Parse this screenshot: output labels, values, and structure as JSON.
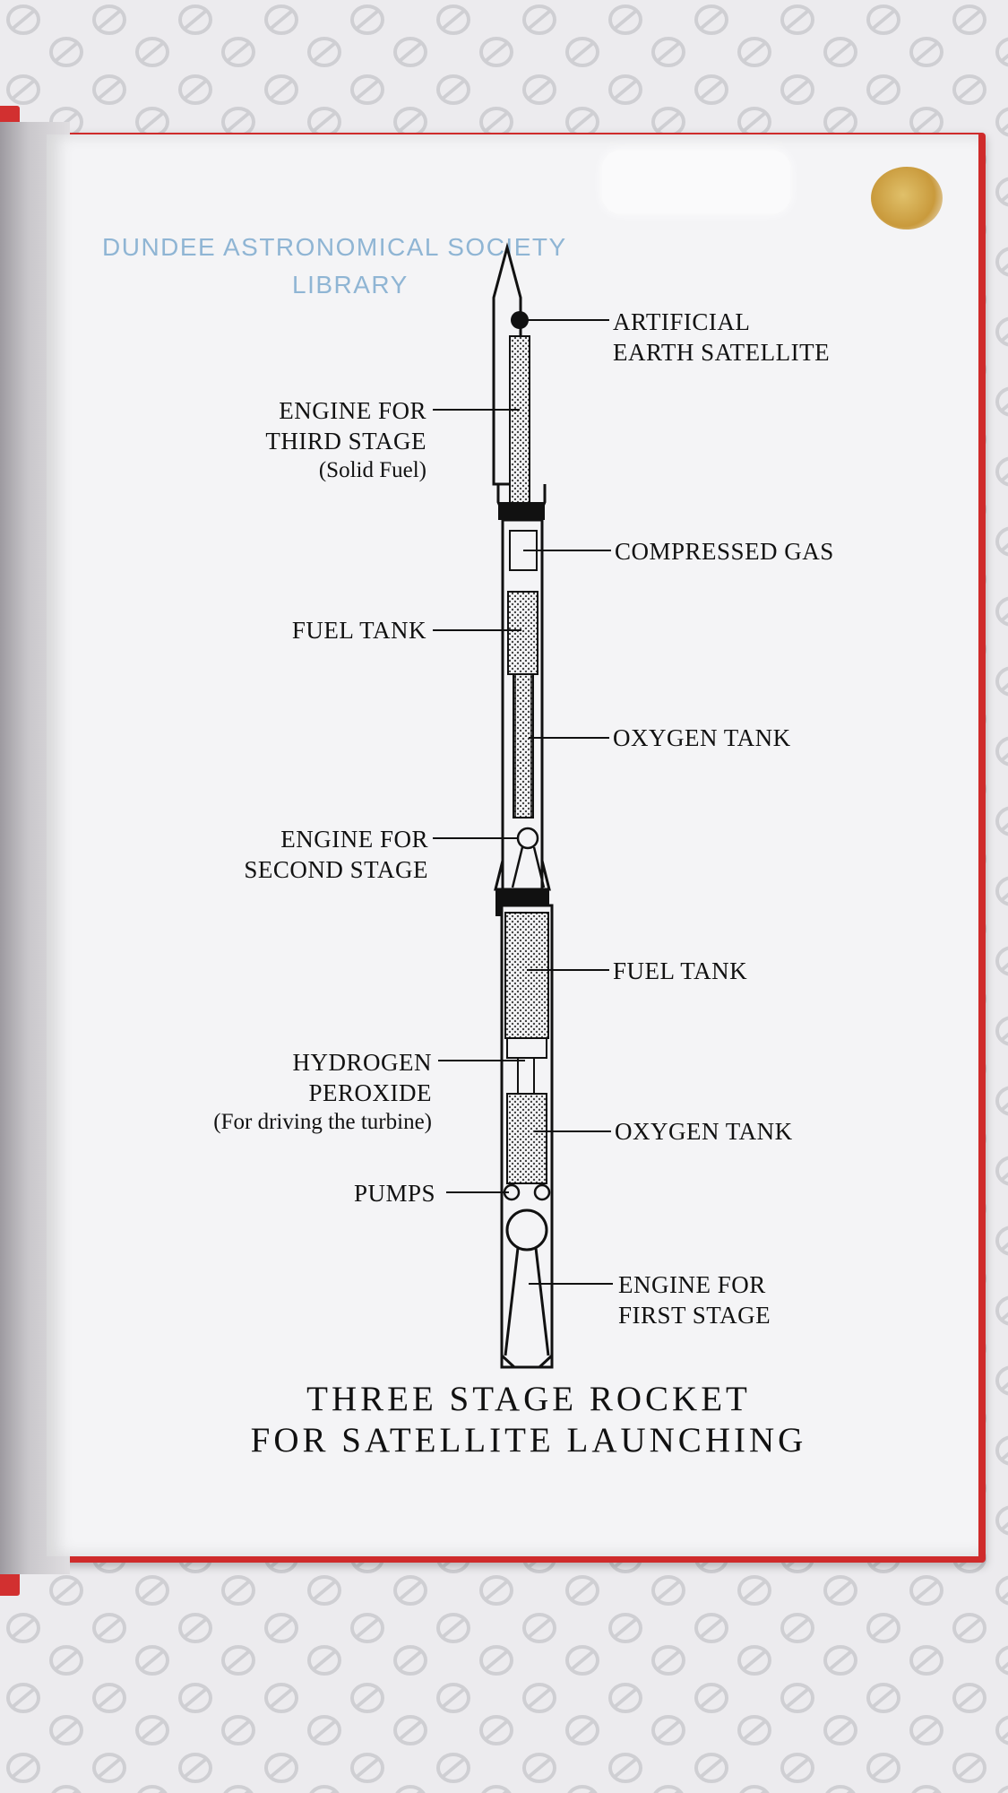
{
  "stamp": {
    "line1": "DUNDEE ASTRONOMICAL SOCIETY",
    "line2": "LIBRARY"
  },
  "labels": {
    "satellite_1": "ARTIFICIAL",
    "satellite_2": "EARTH SATELLITE",
    "third_engine_1": "ENGINE FOR",
    "third_engine_2": "THIRD STAGE",
    "third_engine_3": "(Solid Fuel)",
    "compressed_gas": "COMPRESSED GAS",
    "fuel_tank_upper": "FUEL TANK",
    "oxygen_tank_upper": "OXYGEN TANK",
    "second_engine_1": "ENGINE FOR",
    "second_engine_2": "SECOND STAGE",
    "fuel_tank_lower": "FUEL TANK",
    "peroxide_1": "HYDROGEN",
    "peroxide_2": "PEROXIDE",
    "peroxide_3": "(For driving the turbine)",
    "oxygen_tank_lower": "OXYGEN TANK",
    "pumps": "PUMPS",
    "first_engine_1": "ENGINE FOR",
    "first_engine_2": "FIRST STAGE"
  },
  "caption": {
    "line1": "THREE STAGE ROCKET",
    "line2": "FOR SATELLITE LAUNCHING"
  },
  "colors": {
    "cover": "#cf2b2b",
    "page": "#f4f4f6",
    "stamp": "#8fb5d4",
    "ink": "#111111"
  }
}
